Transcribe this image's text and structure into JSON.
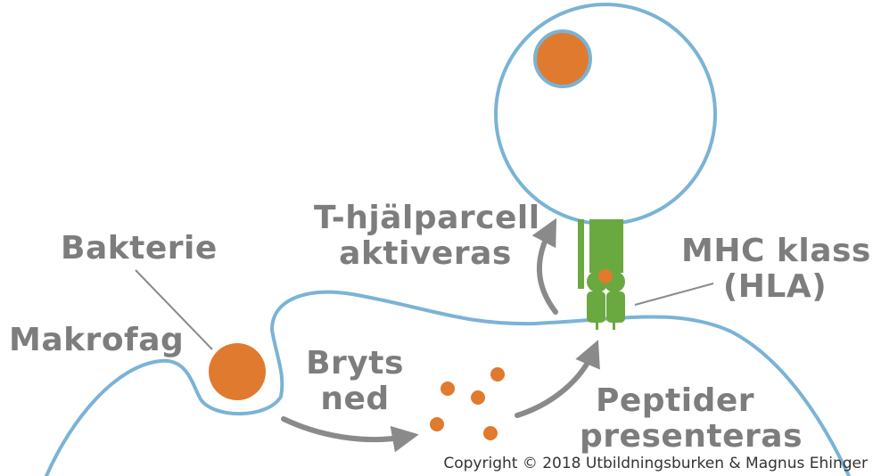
{
  "labels": {
    "bakterie": "Bakterie",
    "makrofag": "Makrofag",
    "bryts_line1": "Bryts",
    "bryts_line2": "ned",
    "t_cell_line1": "T-hjälparcell",
    "t_cell_line2": "aktiveras",
    "mhc_line1": "MHC klass II",
    "mhc_line2": "(HLA)",
    "peptider_line1": "Peptider",
    "peptider_line2": "presenteras"
  },
  "copyright": "Copyright © 2018 Utbildningsburken & Magnus Ehinger",
  "colors": {
    "membrane": "#7ab3d6",
    "bacterium": "#e07a2e",
    "mhc": "#6aa93f",
    "text": "#7d7d7d",
    "arrow": "#8a8a8a",
    "pointer": "#8a8a8a"
  }
}
